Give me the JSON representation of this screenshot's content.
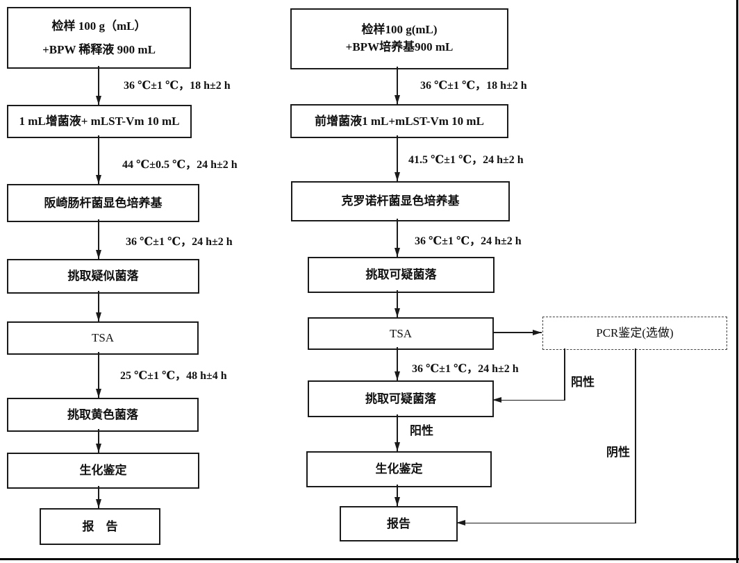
{
  "left": {
    "box_sample_line1": "检样 100 g（mL）",
    "box_sample_line2": "+BPW 稀释液 900 mL",
    "label_step1": "36 ℃±1 ℃，18 h±2 h",
    "box_enrichment": "1 mL增菌液+ mLST-Vm 10 mL",
    "label_step2": "44 ℃±0.5 ℃，24 h±2 h",
    "box_chromogenic": "阪崎肠杆菌显色培养基",
    "label_step3": "36 ℃±1 ℃，24 h±2 h",
    "box_pick_suspect": "挑取疑似菌落",
    "box_tsa": "TSA",
    "label_step4": "25 ℃±1 ℃，48 h±4 h",
    "box_pick_yellow": "挑取黄色菌落",
    "box_biochem": "生化鉴定",
    "box_report": "报　告"
  },
  "right": {
    "box_sample_line1": "检样100 g(mL)",
    "box_sample_line2": "+BPW培养基900 mL",
    "label_step1": "36 ℃±1 ℃，18 h±2 h",
    "box_enrichment": "前增菌液1 mL+mLST-Vm 10 mL",
    "label_step2": "41.5 ℃±1 ℃，24 h±2 h",
    "box_chromogenic": "克罗诺杆菌显色培养基",
    "label_step3": "36 ℃±1 ℃，24 h±2 h",
    "box_pick_suspect1": "挑取可疑菌落",
    "box_tsa": "TSA",
    "box_pcr": "PCR鉴定(选做)",
    "label_step4": "36 ℃±1 ℃，24 h±2 h",
    "box_pick_suspect2": "挑取可疑菌落",
    "label_pcr_positive": "阳性",
    "label_positive": "阳性",
    "box_biochem": "生化鉴定",
    "label_negative": "阴性",
    "box_report": "报告"
  },
  "colors": {
    "line": "#1a1a1a",
    "background": "#ffffff",
    "page_border": "#000000"
  }
}
